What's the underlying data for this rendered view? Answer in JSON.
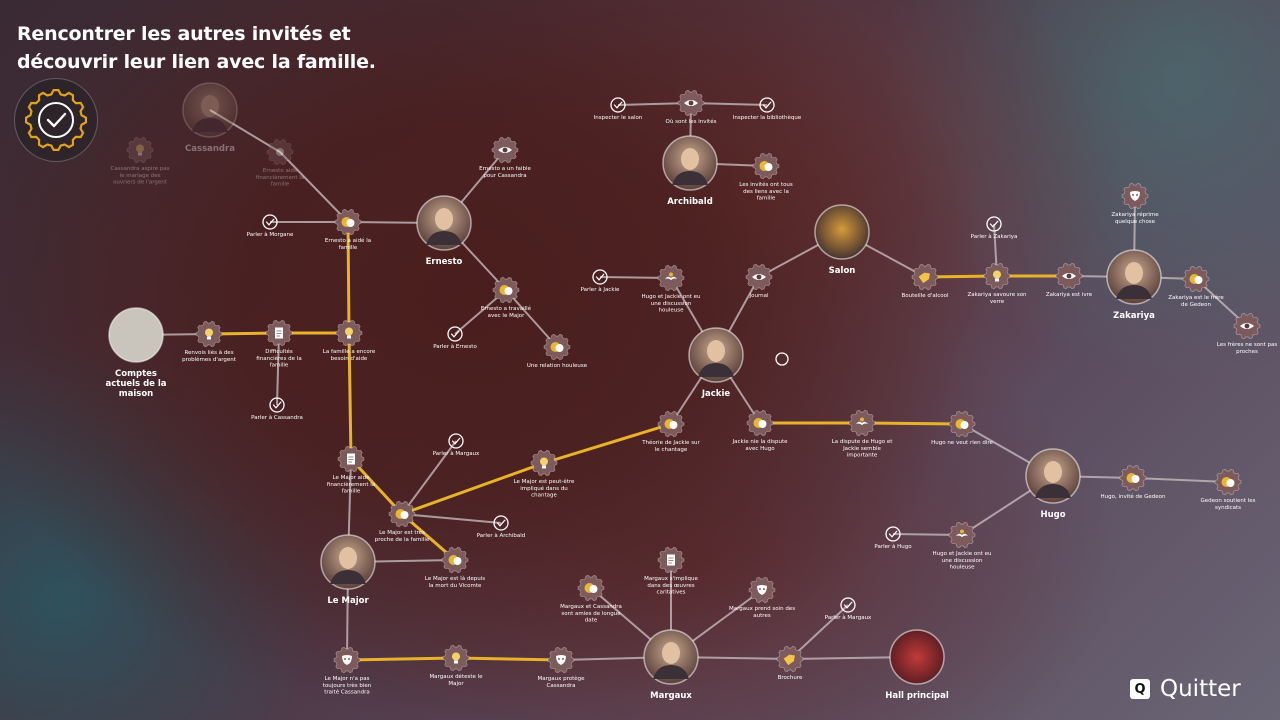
{
  "objective": {
    "line1": "Rencontrer les autres invités et",
    "line2": "découvrir leur lien avec la famille."
  },
  "quit": {
    "key": "Q",
    "label": "Quitter"
  },
  "colors": {
    "highlight": "#e8b32a",
    "link": "#c4b9bd",
    "node": "#7d5a5c",
    "gear": "#e2a21b"
  },
  "characters": [
    {
      "id": "cassandra",
      "label": "Cassandra",
      "faded": true
    },
    {
      "id": "ernesto",
      "label": "Ernesto"
    },
    {
      "id": "archibald",
      "label": "Archibald"
    },
    {
      "id": "salon",
      "label": "Salon"
    },
    {
      "id": "zakariya",
      "label": "Zakariya"
    },
    {
      "id": "comptes",
      "label": "Comptes actuels de la maison"
    },
    {
      "id": "jackie",
      "label": "Jackie"
    },
    {
      "id": "hugo",
      "label": "Hugo"
    },
    {
      "id": "major",
      "label": "Le Major"
    },
    {
      "id": "margaux",
      "label": "Margaux"
    },
    {
      "id": "hall",
      "label": "Hall principal"
    }
  ],
  "clues": [
    {
      "id": "cas_hint",
      "icon": "bulb-icon",
      "label": "Cassandra aspire pas le mariage des ouvriers de l'argent",
      "faded": true
    },
    {
      "id": "ern_help_fin",
      "icon": "gear-icon",
      "label": "Ernesto aide financièrement la famille",
      "faded": true
    },
    {
      "id": "ern_talk",
      "icon": "check-icon",
      "label": "Parler à Morgane"
    },
    {
      "id": "ern_aide",
      "icon": "speech-icon",
      "label": "Ernesto a aidé la famille"
    },
    {
      "id": "ern_faible",
      "icon": "eye-icon",
      "label": "Ernesto a un faible pour Cassandra"
    },
    {
      "id": "ern_trav",
      "icon": "speech-icon",
      "label": "Ernesto a travaillé avec le Major"
    },
    {
      "id": "ern_parler",
      "icon": "check-icon",
      "label": "Parler à Ernesto"
    },
    {
      "id": "relation",
      "icon": "speech-icon",
      "label": "Une relation houleuse"
    },
    {
      "id": "arc_insp1",
      "icon": "check-icon",
      "label": "Inspecter le salon"
    },
    {
      "id": "arc_ou",
      "icon": "eye-icon",
      "label": "Où sont les invités"
    },
    {
      "id": "arc_insp2",
      "icon": "check-icon",
      "label": "Inspecter la bibliothèque"
    },
    {
      "id": "arc_liens",
      "icon": "speech-icon",
      "label": "Les invités ont tous des liens avec la famille"
    },
    {
      "id": "renvois",
      "icon": "bulb-icon",
      "label": "Renvois liés à des problèmes d'argent"
    },
    {
      "id": "diff",
      "icon": "document-icon",
      "label": "Difficultés financières de la famille"
    },
    {
      "id": "besoin",
      "icon": "bulb-icon",
      "label": "La famille a encore besoin d'aide"
    },
    {
      "id": "parler_cas",
      "icon": "check-icon",
      "label": "Parler à Cassandra"
    },
    {
      "id": "jac_parler",
      "icon": "check-icon",
      "label": "Parler à Jackie"
    },
    {
      "id": "hj_disc",
      "icon": "mustache-icon",
      "label": "Hugo et Jackie ont eu une discussion houleuse"
    },
    {
      "id": "journal",
      "icon": "eye-icon",
      "label": "Journal"
    },
    {
      "id": "bouteille",
      "icon": "tag-icon",
      "label": "Bouteille d'alcool"
    },
    {
      "id": "zak_parler",
      "icon": "check-icon",
      "label": "Parler à Zakariya"
    },
    {
      "id": "zak_savoure",
      "icon": "bulb-icon",
      "label": "Zakariya savoure son verre"
    },
    {
      "id": "zak_ivre",
      "icon": "eye-icon",
      "label": "Zakariya est ivre"
    },
    {
      "id": "zak_reprime",
      "icon": "mask-icon",
      "label": "Zakariya réprime quelque chose"
    },
    {
      "id": "zak_frere",
      "icon": "speech-icon",
      "label": "Zakariya est le frère de Gedeon"
    },
    {
      "id": "freres",
      "icon": "eye-icon",
      "label": "Les frères ne sont pas proches"
    },
    {
      "id": "chantage",
      "icon": "speech-icon",
      "label": "Théorie de Jackie sur le chantage"
    },
    {
      "id": "nie",
      "icon": "speech-icon",
      "label": "Jackie nie la dispute avec Hugo"
    },
    {
      "id": "dispute",
      "icon": "mustache-icon",
      "label": "La dispute de Hugo et Jackie semble importante"
    },
    {
      "id": "hugo_dire",
      "icon": "speech-icon",
      "label": "Hugo ne veut rien dire"
    },
    {
      "id": "hugo_invite",
      "icon": "speech-icon",
      "label": "Hugo, invité de Gedeon"
    },
    {
      "id": "gedeon",
      "icon": "speech-icon",
      "label": "Gedeon soutient les syndicats"
    },
    {
      "id": "hugo_parler",
      "icon": "check-icon",
      "label": "Parler à Hugo"
    },
    {
      "id": "hj_disc2",
      "icon": "mustache-icon",
      "label": "Hugo et Jackie ont eu une discussion houleuse"
    },
    {
      "id": "maj_aide",
      "icon": "document-icon",
      "label": "Le Major aide financièrement la famille"
    },
    {
      "id": "maj_parler_mar",
      "icon": "check-icon",
      "label": "Parler à Margaux"
    },
    {
      "id": "maj_implique",
      "icon": "bulb-icon",
      "label": "Le Major est peut-être impliqué dans du chantage"
    },
    {
      "id": "maj_proche",
      "icon": "speech-icon",
      "label": "Le Major est très proche de la famille"
    },
    {
      "id": "maj_parler_arc",
      "icon": "check-icon",
      "label": "Parler à Archibald"
    },
    {
      "id": "maj_vicomte",
      "icon": "speech-icon",
      "label": "Le Major est là depuis la mort du Vicomte"
    },
    {
      "id": "maj_traite",
      "icon": "mask-icon",
      "label": "Le Major n'a pas toujours très bien traité Cassandra"
    },
    {
      "id": "mar_deteste",
      "icon": "bulb-icon",
      "label": "Margaux déteste le Major"
    },
    {
      "id": "mar_protege",
      "icon": "mask-icon",
      "label": "Margaux protège Cassandra"
    },
    {
      "id": "mar_amies",
      "icon": "speech-icon",
      "label": "Margaux et Cassandra sont amies de longue date"
    },
    {
      "id": "mar_oeuvres",
      "icon": "document-icon",
      "label": "Margaux s'implique dans des œuvres caritatives"
    },
    {
      "id": "mar_soin",
      "icon": "mask-icon",
      "label": "Margaux prend soin des autres"
    },
    {
      "id": "brochure",
      "icon": "tag-icon",
      "label": "Brochure"
    },
    {
      "id": "parler_mar2",
      "icon": "check-icon",
      "label": "Parler à Margaux"
    }
  ]
}
